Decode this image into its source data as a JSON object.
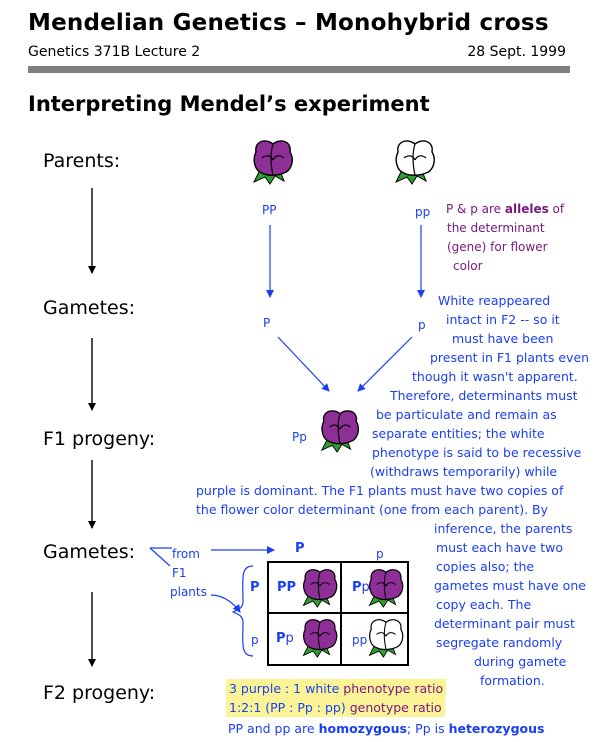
{
  "header": {
    "title": "Mendelian Genetics – Monohybrid cross",
    "course": "Genetics 371B Lecture 2",
    "date": "28 Sept. 1999"
  },
  "subtitle": "Interpreting Mendel’s experiment",
  "stages": {
    "parents": "Parents:",
    "gametes1": "Gametes:",
    "f1": "F1 progeny:",
    "gametes2": "Gametes:",
    "f2": "F2 progeny:"
  },
  "labels": {
    "parent_purple_genotype": "PP",
    "parent_white_genotype": "pp",
    "gamete_purple": "P",
    "gamete_white": "p",
    "f1_genotype": "Pp",
    "from_f1_plants": [
      "from",
      "F1",
      "plants"
    ],
    "punnett_col_1": "P",
    "punnett_col_2": "p",
    "punnett_row_1": "P",
    "punnett_row_2": "p",
    "punnett_cells": [
      {
        "a": "PP",
        "b": ""
      },
      {
        "a": "P",
        "b": "p"
      },
      {
        "a": "P",
        "b": "p"
      },
      {
        "a": "pp",
        "b": ""
      }
    ]
  },
  "notes": {
    "alleles": {
      "part1": "P & p are ",
      "bold": "alleles",
      "part2": " of",
      "lines": [
        "the determinant",
        "(gene) for flower",
        "color"
      ]
    },
    "white_reappeared": [
      "White reappeared",
      "intact  in F2 -- so it",
      "must have been",
      "present in F1 plants even",
      "though it wasn't apparent.",
      "Therefore, determinants must",
      "be particulate and remain as",
      "separate entities; the white",
      "phenotype is said to be recessive",
      "(withdraws temporarily) while"
    ],
    "dominant_lines": [
      "purple is dominant.  The F1 plants must have two copies of",
      "the flower color determinant (one from each parent).  By"
    ],
    "inference": [
      "inference, the parents",
      "must each have two",
      "copies also; the",
      "gametes must have one",
      "copy each.  The",
      "determinant pair must",
      "segregate randomly",
      "during gamete",
      "formation."
    ],
    "phenotype": {
      "ratio": "3 purple : 1 white",
      "label": " phenotype ratio"
    },
    "genotype": {
      "ratio": "1:2:1 (PP : Pp : pp)",
      "label": " genotype ratio"
    },
    "zygosity": {
      "p1": "PP and pp are ",
      "homo": "homozygous",
      "p2": "; Pp is ",
      "hetero": "heterozygous"
    }
  },
  "colors": {
    "purple_flower": "#8e2f98",
    "leaf": "#2e9e2e",
    "arrow_blue": "#1a3ff0",
    "note_purple": "#7a1a80",
    "highlight": "#fbf497",
    "rule_gray": "#808080"
  },
  "icons": {
    "purple_flower": "purple-flower-icon",
    "white_flower": "white-flower-icon"
  }
}
